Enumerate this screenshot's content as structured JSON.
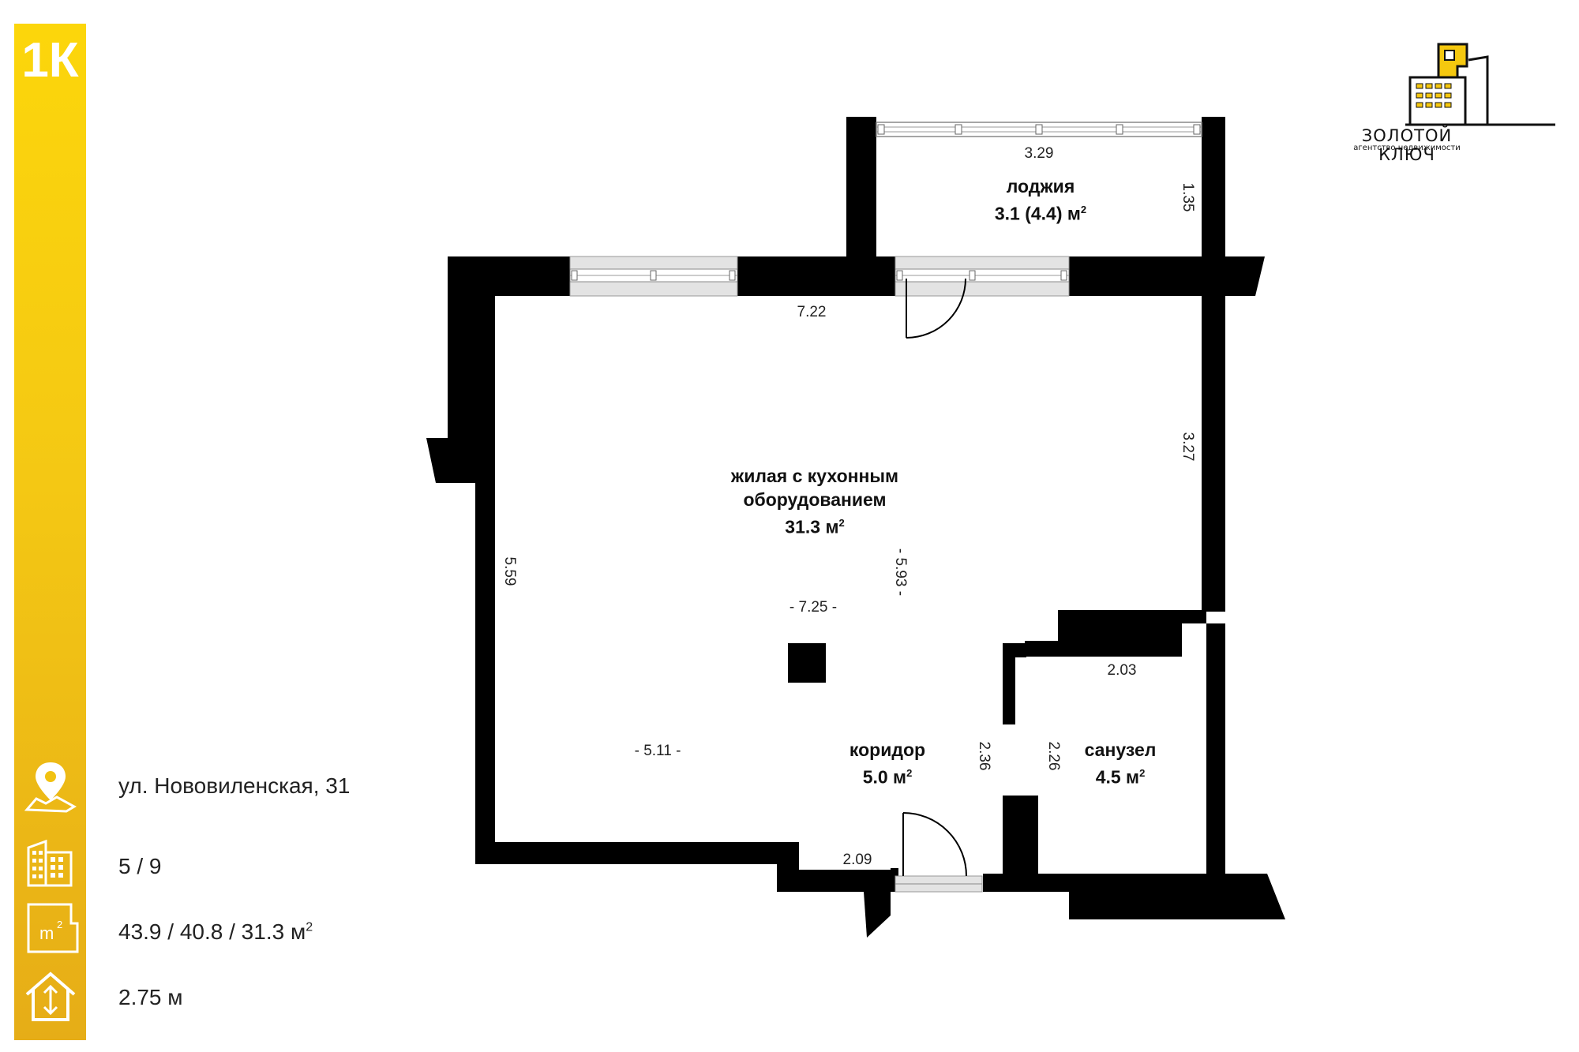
{
  "badge": "1К",
  "brand": {
    "name": "ЗОЛОТОЙ КЛЮЧ",
    "tagline": "агентство недвижимости",
    "accent": "#f5c80f"
  },
  "info": {
    "address": "ул. Нововиленская, 31",
    "floor": "5 / 9",
    "area": "43.9 / 40.8 / 31.3 м",
    "area_sup": "2",
    "ceiling": "2.75 м"
  },
  "icons": {
    "address": "map-pin-icon",
    "floor": "building-icon",
    "area": "area-m2-icon",
    "ceiling": "ceiling-height-icon"
  },
  "rooms": {
    "loggia": {
      "name": "лоджия",
      "area": "3.1 (4.4) м",
      "sup": "2"
    },
    "living": {
      "name_line1": "жилая с кухонным",
      "name_line2": "оборудованием",
      "area": "31.3 м",
      "sup": "2"
    },
    "corridor": {
      "name": "коридор",
      "area": "5.0 м",
      "sup": "2"
    },
    "bathroom": {
      "name": "санузел",
      "area": "4.5 м",
      "sup": "2"
    }
  },
  "dimensions": {
    "loggia_width": "3.29",
    "loggia_depth": "1.35",
    "living_top": "7.22",
    "right_wall": "3.27",
    "left_wall": "5.59",
    "center_vertical": "- 5.93 -",
    "center_horizontal": "- 7.25 -",
    "lower_left": "- 5.11 -",
    "bath_top": "2.03",
    "corridor_depth": "2.36",
    "bath_depth": "2.26",
    "entrance": "2.09"
  }
}
